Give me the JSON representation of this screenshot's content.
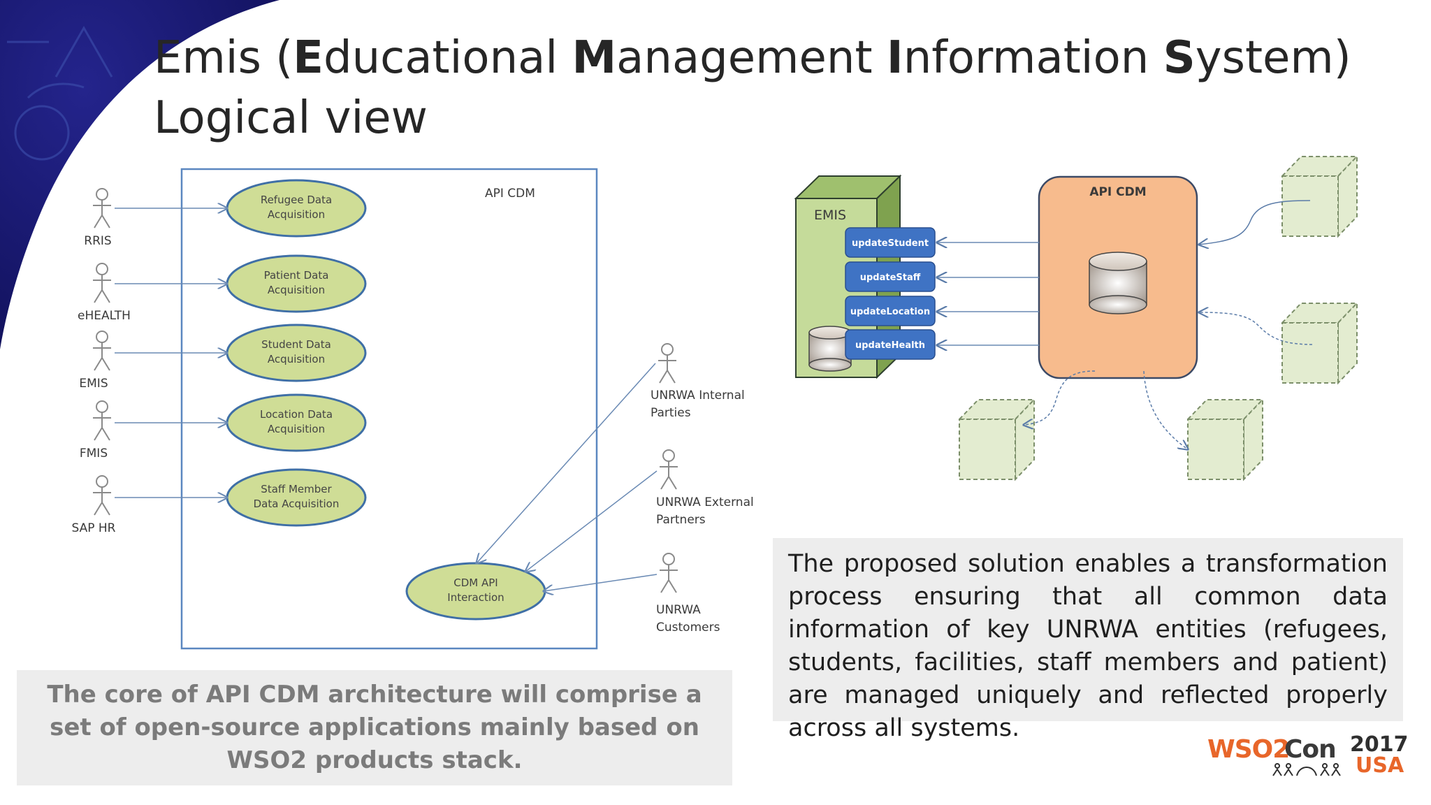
{
  "slide": {
    "title": {
      "line1_parts": [
        "Emis (",
        "E",
        "ducational ",
        "M",
        "anagement ",
        "I",
        "nformation ",
        "S",
        "ystem)"
      ],
      "line2": "Logical view"
    }
  },
  "use_case_diagram": {
    "system_label": "API CDM",
    "actors_left": [
      "RRIS",
      "eHEALTH",
      "EMIS",
      "FMIS",
      "SAP HR"
    ],
    "use_cases_left": [
      [
        "Refugee Data",
        "Acquisition"
      ],
      [
        "Patient Data",
        "Acquisition"
      ],
      [
        "Student Data",
        "Acquisition"
      ],
      [
        "Location Data",
        "Acquisition"
      ],
      [
        "Staff Member",
        "Data Acquisition"
      ]
    ],
    "central_use_case": [
      "CDM API",
      "Interaction"
    ],
    "actors_right": [
      [
        "UNRWA Internal",
        "Parties"
      ],
      [
        "UNRWA External",
        "Partners"
      ],
      [
        "UNRWA",
        "Customers"
      ]
    ]
  },
  "architecture_diagram": {
    "emis_label": "EMIS",
    "api_cdm_label": "API CDM",
    "operations": [
      "updateStudent",
      "updateStaff",
      "updateLocation",
      "updateHealth"
    ]
  },
  "captions": {
    "left": "The core of API CDM architecture will comprise a set of open-source applications mainly based on WSO2 products stack.",
    "right": "The proposed solution enables a transformation process ensuring that all common data information of key UNRWA entities (refugees, students, facilities, staff members and patient) are managed uniquely and reflected properly across all systems."
  },
  "logo": {
    "brand": "WSO2",
    "event": "Con",
    "year": "2017",
    "region": "USA"
  },
  "colors": {
    "navy": "#16166b",
    "use_case_fill": "#cfdd96",
    "use_case_stroke": "#3f6fa6",
    "emis_fill": "#c5db9a",
    "api_cdm_fill": "#f7bb8d",
    "operation_fill": "#3f73c4",
    "node_fill": "#e3ecd0",
    "accent_orange": "#e8662a"
  }
}
